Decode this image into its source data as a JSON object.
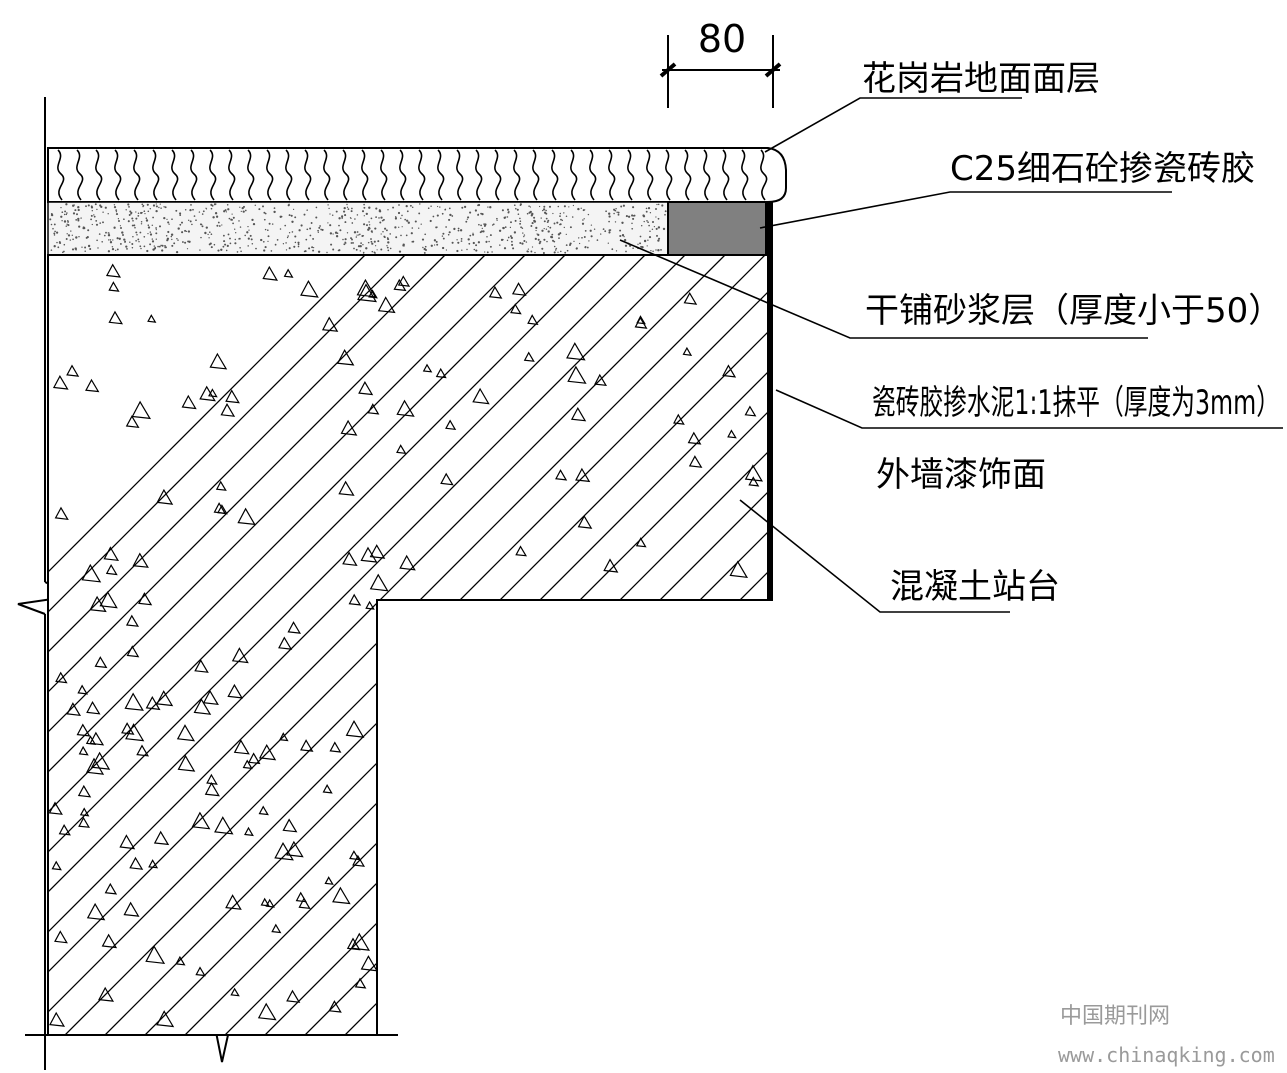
{
  "dimension": {
    "value": "80"
  },
  "labels": {
    "granite_surface": "花岗岩地面面层",
    "c25_concrete": "C25细石砼掺瓷砖胶",
    "dry_mortar": "干铺砂浆层（厚度小于50）",
    "tile_adhesive": "瓷砖胶掺水泥1:1抹平（厚度为3mm）",
    "exterior_paint": "外墙漆饰面",
    "concrete_platform": "混凝土站台"
  },
  "watermark": {
    "site_name": "中国期刊网",
    "url": "www.chinaqking.com"
  },
  "colors": {
    "line": "#000000",
    "c25_fill": "#808080",
    "mortar_fill": "#f2f2f2",
    "watermark": "#9a9a9a"
  }
}
